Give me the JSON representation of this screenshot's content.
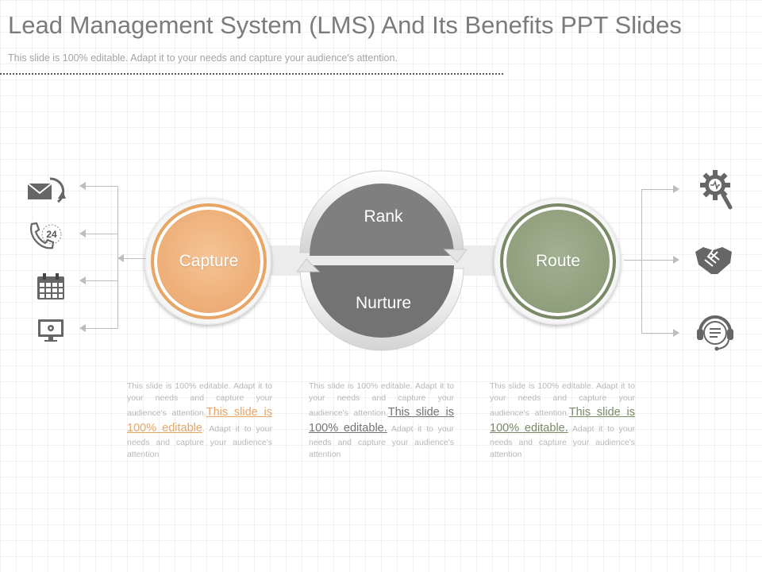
{
  "header": {
    "title": "Lead Management System (LMS) And Its Benefits PPT Slides",
    "subtitle": "This slide is 100% editable.  Adapt it to your needs and capture your audience's attention."
  },
  "diagram": {
    "left_circle": {
      "label": "Capture",
      "color": "#ECAA72"
    },
    "center_top": {
      "label": "Rank"
    },
    "center_bottom": {
      "label": "Nurture",
      "color": "#737373"
    },
    "right_circle": {
      "label": "Route",
      "color": "#8D9C79"
    }
  },
  "icons": {
    "left": [
      "email-forward-icon",
      "phone-24-hours-icon",
      "calendar-icon",
      "monitor-settings-icon"
    ],
    "right": [
      "gear-search-icon",
      "handshake-icon",
      "customer-support-icon"
    ],
    "phone_badge": "24"
  },
  "text_blocks": [
    {
      "lead": "This slide is 100% editable. Adapt it to your needs and capture your audience's attention.",
      "highlight": "This slide is 100% editable",
      "tail": ". Adapt it to your needs and capture your audience's attention"
    },
    {
      "lead": "This slide is 100% editable. Adapt it to your needs and capture your audience's attention.",
      "highlight": "This slide is 100% editable.",
      "tail": " Adapt it to your needs and capture your audience's attention"
    },
    {
      "lead": "This slide is 100% editable. Adapt it to your needs and capture your audience's attention.",
      "highlight": "This slide is 100% editable.",
      "tail": " Adapt it to your needs and capture your audience's attention"
    }
  ]
}
